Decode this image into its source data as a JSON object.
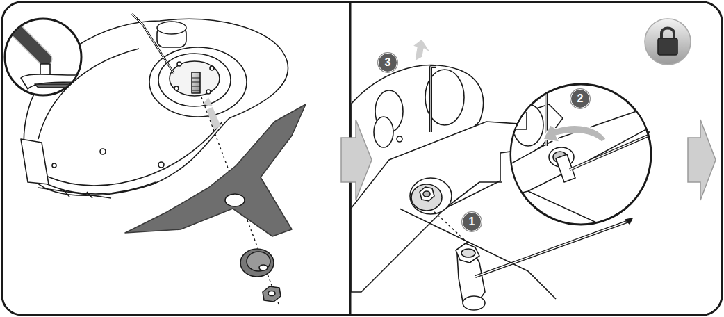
{
  "diagram": {
    "nodes": [
      {
        "text": [
          "3"
        ]
      },
      {
        "text": [
          "2"
        ]
      },
      {
        "text": [
          "1"
        ]
      }
    ]
  }
}
